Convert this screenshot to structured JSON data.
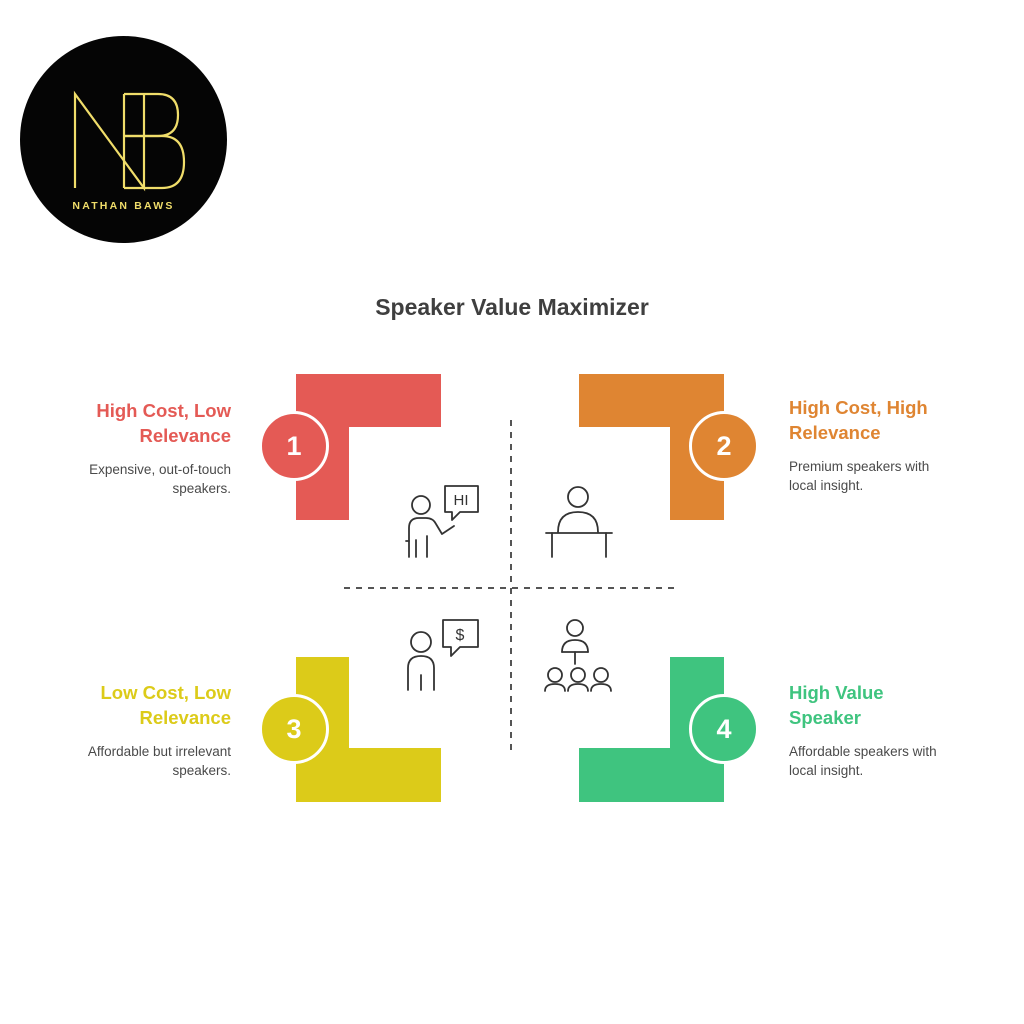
{
  "logo": {
    "brand_text": "NATHAN BAWS",
    "monogram": "NB",
    "background_color": "#050505",
    "accent_color": "#f0dd6a"
  },
  "title": "Speaker Value Maximizer",
  "quadrants": [
    {
      "number": "1",
      "heading_line1": "High Cost, Low",
      "heading_line2": "Relevance",
      "desc_line1": "Expensive, out-of-touch",
      "desc_line2": "speakers.",
      "color": "#e45a55",
      "icon": "presenter-hi-speech-icon"
    },
    {
      "number": "2",
      "heading_line1": "High Cost, High",
      "heading_line2": "Relevance",
      "desc_line1": "Premium speakers with",
      "desc_line2": "local insight.",
      "color": "#df8532",
      "icon": "podium-speaker-icon"
    },
    {
      "number": "3",
      "heading_line1": "Low Cost, Low",
      "heading_line2": "Relevance",
      "desc_line1": "Affordable but irrelevant",
      "desc_line2": "speakers.",
      "color": "#dccb19",
      "icon": "person-dollar-speech-icon"
    },
    {
      "number": "4",
      "heading_line1": "High Value",
      "heading_line2": "Speaker",
      "desc_line1": "Affordable speakers with",
      "desc_line2": "local insight.",
      "color": "#3fc47f",
      "icon": "speaker-audience-icon"
    }
  ],
  "icon_hi_text": "HI",
  "icon_dollar_text": "$"
}
